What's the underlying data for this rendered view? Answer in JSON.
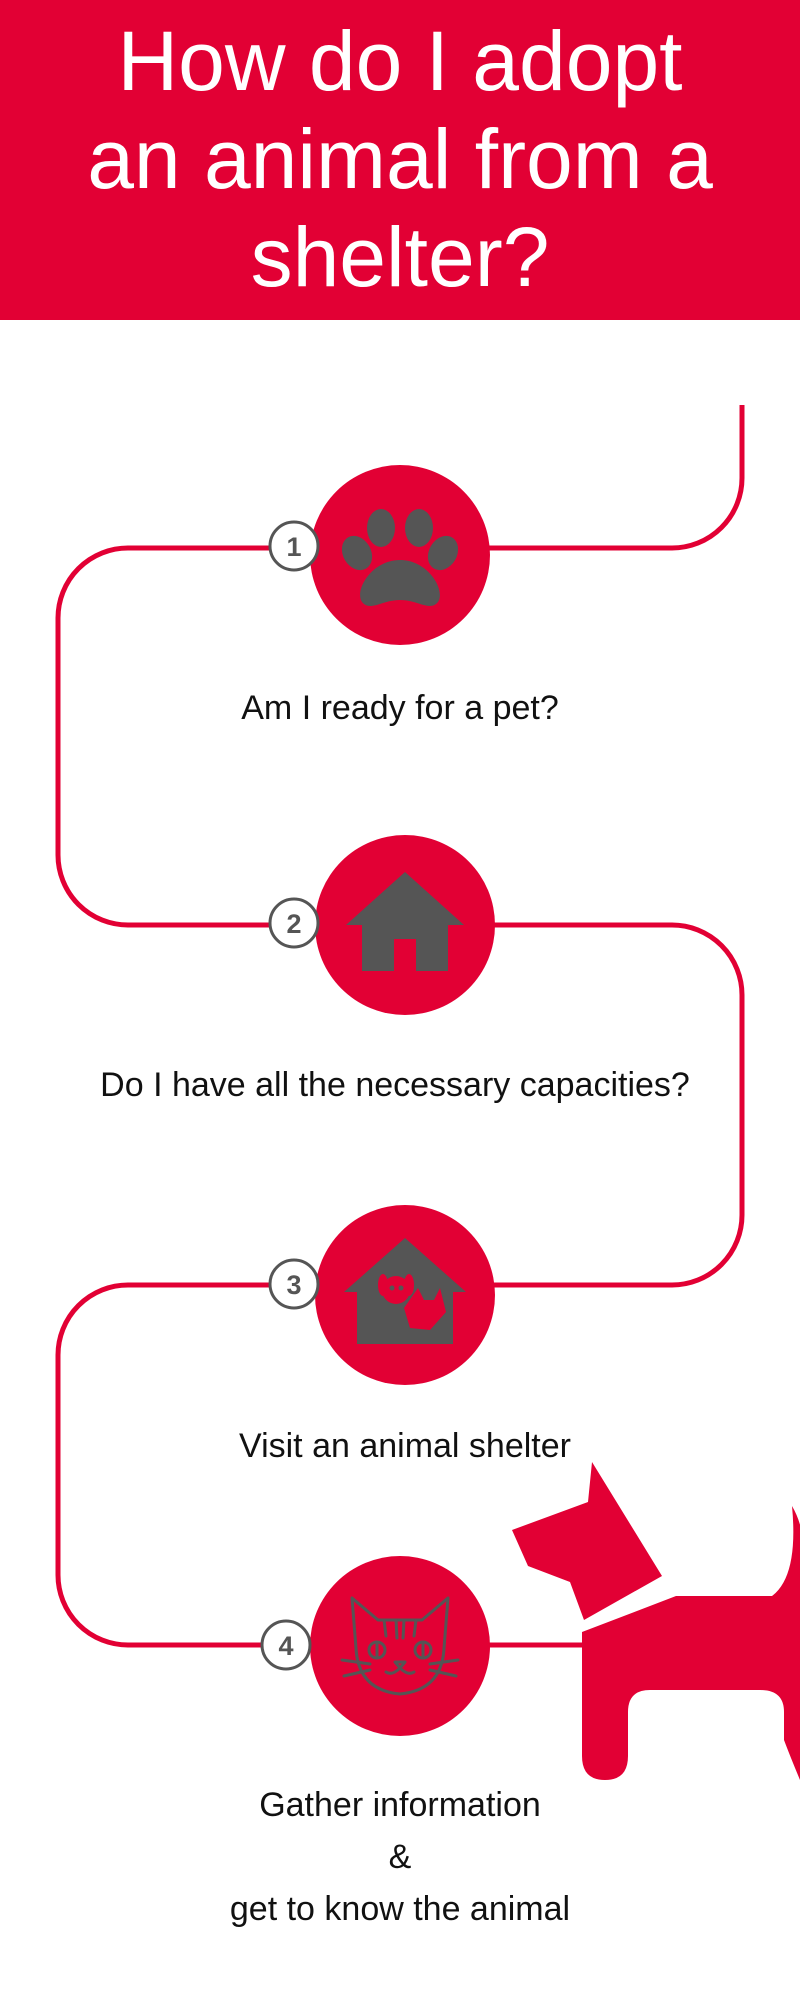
{
  "header": {
    "title_lines": [
      "How do I adopt",
      "an animal from a",
      "shelter?"
    ]
  },
  "colors": {
    "accent": "#e20034",
    "icon": "#555555",
    "badge_stroke": "#555555",
    "text": "#111111"
  },
  "steps": [
    {
      "number": "1",
      "label": "Am I ready for a pet?",
      "icon": "paw-print-icon"
    },
    {
      "number": "2",
      "label": "Do I have all the necessary capacities?",
      "icon": "house-icon"
    },
    {
      "number": "3",
      "label": "Visit an animal shelter",
      "icon": "animal-shelter-icon"
    },
    {
      "number": "4",
      "label_lines": [
        "Gather information",
        "&",
        "get to know the animal"
      ],
      "icon": "cat-face-icon"
    }
  ],
  "decoration": {
    "icon": "dog-silhouette-icon"
  }
}
